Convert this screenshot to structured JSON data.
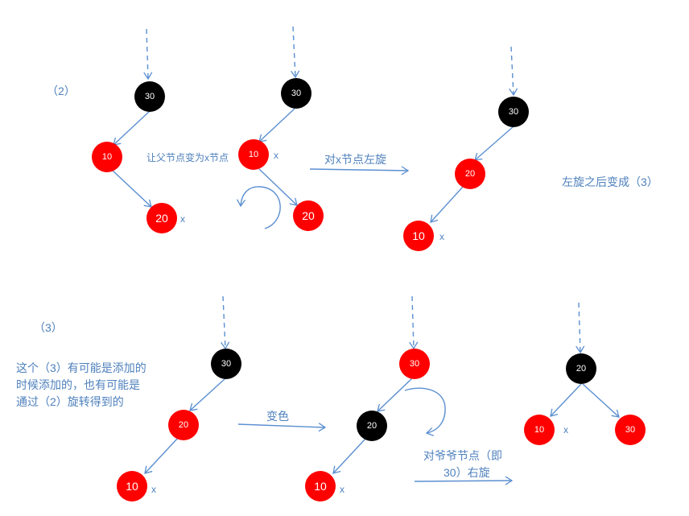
{
  "colors": {
    "red_node": "#ff0000",
    "black_node": "#000000",
    "line": "#5b8fd0",
    "text": "#4f81bd"
  },
  "section2": {
    "label": "（2）",
    "tree_a": {
      "root": "30",
      "parent": "10",
      "x_node": "20",
      "x_mark": "x"
    },
    "step_note": "让父节点变为x节点",
    "tree_b": {
      "root": "30",
      "x_node": "10",
      "x_mark": "x",
      "child": "20"
    },
    "rotate_label": "对x节点左旋",
    "tree_c": {
      "root": "30",
      "parent": "20",
      "x_node": "10",
      "x_mark": "x"
    },
    "result_note": "左旋之后变成（3）"
  },
  "section3": {
    "label": "（3）",
    "explain": [
      "这个（3）有可能是添加的",
      "时候添加的，也有可能是",
      "通过（2）旋转得到的"
    ],
    "tree_a": {
      "root": "30",
      "parent": "20",
      "x_node": "10",
      "x_mark": "x"
    },
    "recolor_label": "变色",
    "tree_b": {
      "root": "30",
      "parent": "20",
      "x_node": "10",
      "x_mark": "x"
    },
    "rotate_label": [
      "对爷爷节点（即",
      "30）右旋"
    ],
    "tree_c": {
      "root": "20",
      "left": "10",
      "left_mark": "x",
      "right": "30"
    }
  }
}
